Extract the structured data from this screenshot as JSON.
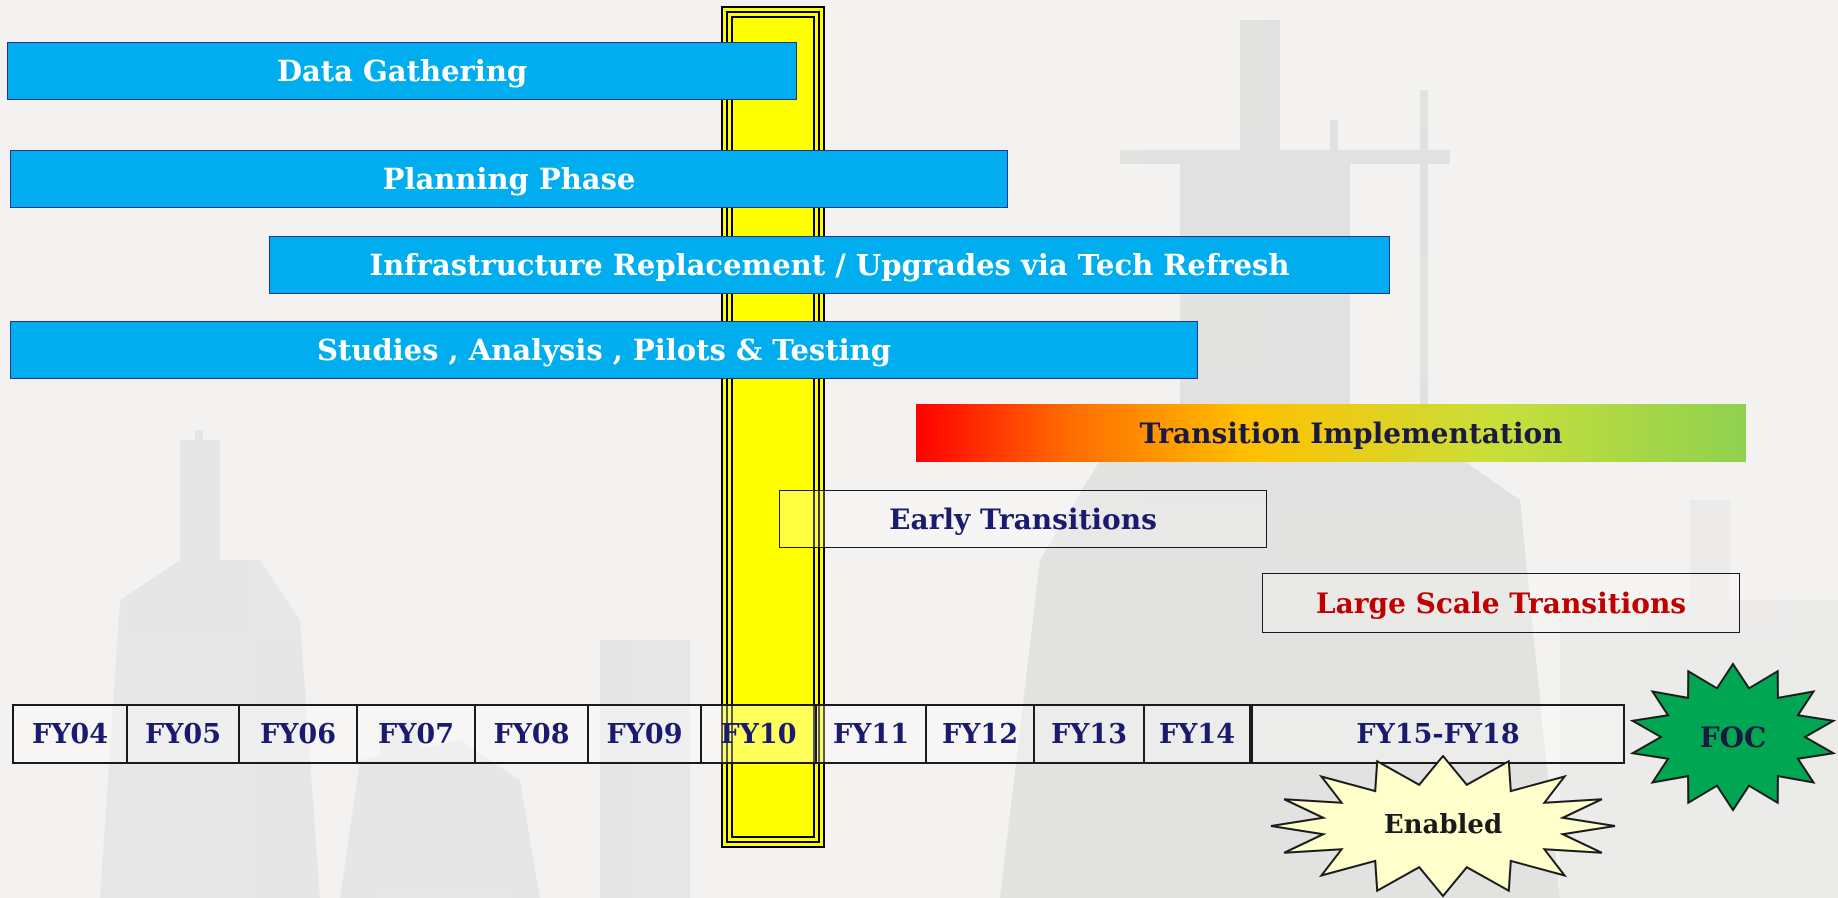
{
  "phases": {
    "data_gathering": "Data Gathering",
    "planning": "Planning Phase",
    "infrastructure": "Infrastructure Replacement / Upgrades via Tech Refresh",
    "studies": "Studies , Analysis , Pilots & Testing",
    "transition_impl": "Transition Implementation",
    "early": "Early Transitions",
    "large_scale": "Large Scale Transitions"
  },
  "timeline": [
    "FY04",
    "FY05",
    "FY06",
    "FY07",
    "FY08",
    "FY09",
    "FY10",
    "FY11",
    "FY12",
    "FY13",
    "FY14",
    "FY15-FY18"
  ],
  "current_year": "FY10",
  "milestones": {
    "enabled": "Enabled",
    "foc": "FOC"
  },
  "colors": {
    "phase_bar": "#00aeef",
    "highlight": "#ffff00",
    "early_text": "#1a1a6e",
    "large_scale_text": "#c00000",
    "foc_burst": "#00a651",
    "enabled_burst": "#ffffcc"
  }
}
